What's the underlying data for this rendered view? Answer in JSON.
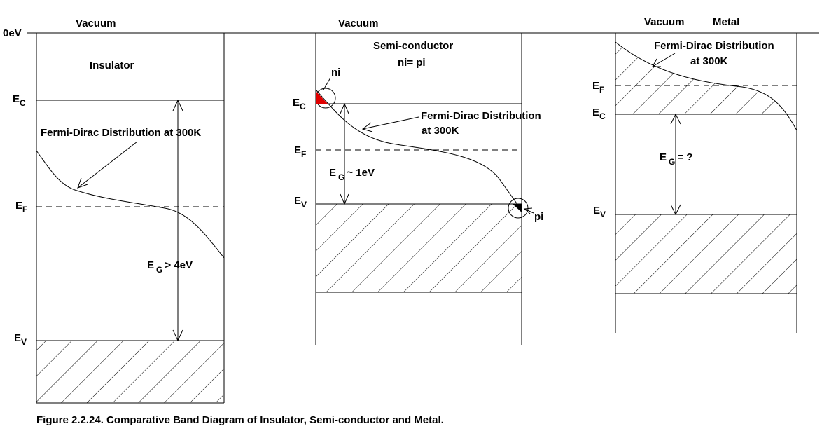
{
  "top_label": "0eV",
  "insulator": {
    "vacuum": "Vacuum",
    "title": "Insulator",
    "ec": {
      "base": "E",
      "sub": "C"
    },
    "ef": {
      "base": "E",
      "sub": "F"
    },
    "ev": {
      "base": "E",
      "sub": "V"
    },
    "fermi_label": "Fermi-Dirac Distribution at 300K",
    "gap": {
      "base": "E",
      "sub": "G",
      "suffix": "> 4eV"
    }
  },
  "semiconductor": {
    "vacuum": "Vacuum",
    "title": "Semi-conductor",
    "relation": "ni= pi",
    "ni": "ni",
    "pi": "pi",
    "ec": {
      "base": "E",
      "sub": "C"
    },
    "ef": {
      "base": "E",
      "sub": "F"
    },
    "ev": {
      "base": "E",
      "sub": "V"
    },
    "fermi_label_line1": "Fermi-Dirac Distribution",
    "fermi_label_line2": "at 300K",
    "gap": {
      "base": "E",
      "sub": "G",
      "suffix": "~ 1eV"
    },
    "ni_color": "#e00000"
  },
  "metal": {
    "vacuum": "Vacuum",
    "metal_label": "Metal",
    "ef": {
      "base": "E",
      "sub": "F"
    },
    "ec": {
      "base": "E",
      "sub": "C"
    },
    "ev": {
      "base": "E",
      "sub": "V"
    },
    "fermi_label_line1": "Fermi-Dirac Distribution",
    "fermi_label_line2": "at 300K",
    "gap": {
      "base": "E",
      "sub": "G",
      "suffix": "= ?"
    }
  },
  "caption": "Figure 2.2.24. Comparative Band Diagram of Insulator, Semi-conductor and Metal."
}
